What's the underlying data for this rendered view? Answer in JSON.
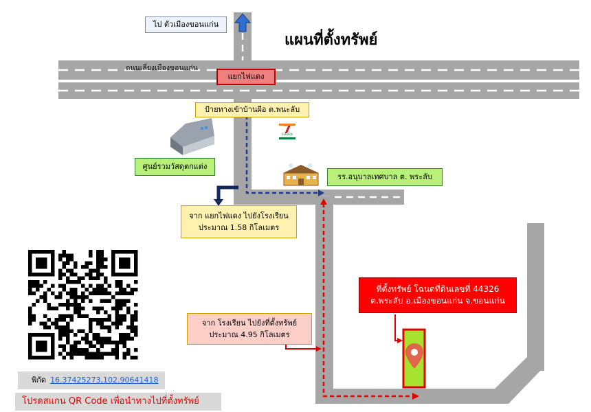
{
  "title": "แผนที่ตั้งทรัพย์",
  "labels": {
    "to_city": "ไป ตัวเมืองขอนแก่น",
    "bypass_road": "ถนนเลี่ยงเมืองขอนแก่น",
    "traffic_light": "แยกไฟแดง",
    "village_sign": "ป้ายทางเข้าบ้านผือ ต.พนะลับ",
    "warehouse": "ศูนย์รวมวัสดุตกแต่ง",
    "school": "รร.อนุบาลเทศบาล ต. พระลับ",
    "route1_line1": "จาก แยกไฟแดง ไปยังโรงเรียน",
    "route1_line2": "ประมาณ 1.58 กิโลเมตร",
    "route2_line1": "จาก โรงเรียน ไปยังที่ตั้งทรัพย์",
    "route2_line2": "ประมาณ 4.95 กิโลเมตร",
    "property_line1": "ที่ตั้งทรัพย์ โฉนดที่ดินเลขที่ 44326",
    "property_line2": "ต.พระลับ อ.เมืองขอนแก่น จ.ขอนแก่น",
    "store_brand": "ELEVEN"
  },
  "coordinates": {
    "label": "พิกัด",
    "value": "16.37425273,102.90641418"
  },
  "scan_note": "โปรดสแกน QR Code เพื่อนำทางไปที่ตั้งทรัพย์",
  "colors": {
    "road": "#a6a6a6",
    "route_to_school": "#1f3b8c",
    "route_to_property": "#e00000",
    "property_fill": "#a6e22e",
    "marker": "#e0654a"
  },
  "icons": [
    "up-arrow-icon",
    "warehouse-icon",
    "seven-eleven-icon",
    "school-building-icon",
    "qr-code-icon",
    "location-pin-icon"
  ]
}
